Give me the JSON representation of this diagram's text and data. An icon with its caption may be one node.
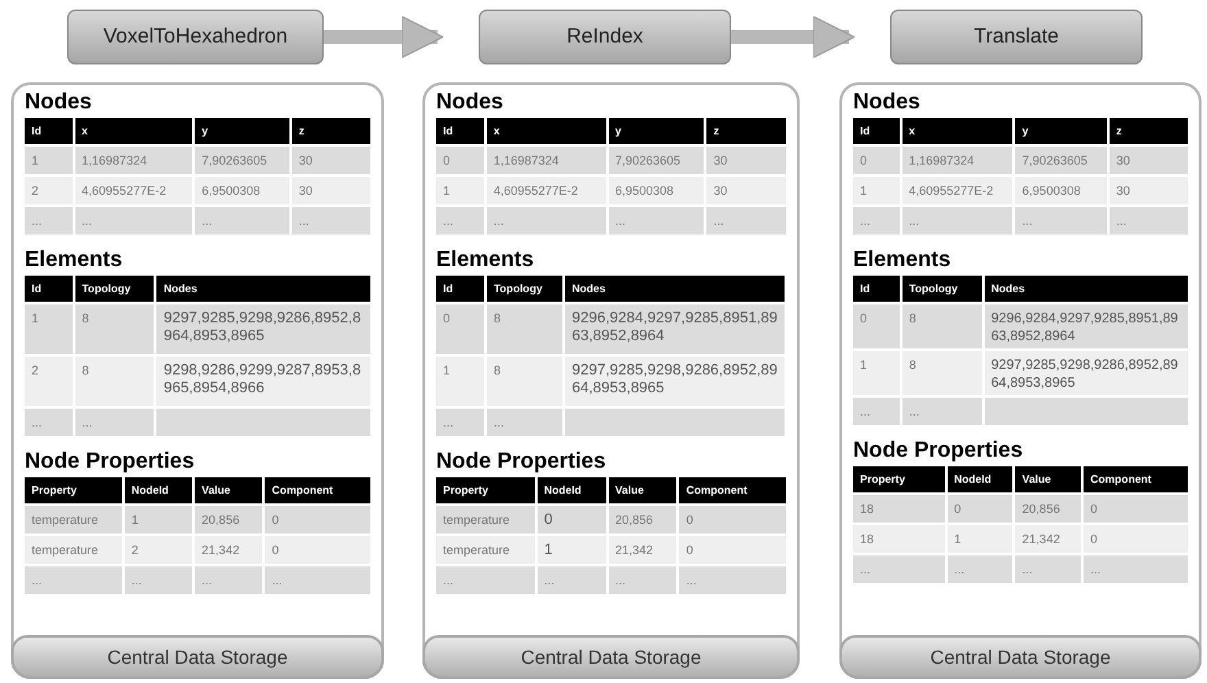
{
  "diagram": {
    "nodes": [
      {
        "text": [
          "VoxelToHexahedron"
        ]
      },
      {
        "text": [
          "ReIndex"
        ]
      },
      {
        "text": [
          "Translate"
        ]
      },
      {
        "text": [
          "Central Data Storage"
        ]
      },
      {
        "text": [
          "Nodes",
          "Id",
          "x",
          "y",
          "z",
          "1",
          "1,16987324",
          "7,90263605",
          "30",
          "2",
          "4,60955277E-2",
          "6,9500308",
          "30",
          "...",
          "...",
          "...",
          "..."
        ],
        "in": 3
      },
      {
        "text": [
          "Elements",
          "Id",
          "Topology",
          "Nodes",
          "1",
          "8",
          "9297,9285,9298,9286,8952,8964,8953,8965",
          "2",
          "8",
          "9298,9286,9299,9287,8953,8965,8954,8966",
          "...",
          "..."
        ],
        "in": 3
      },
      {
        "text": [
          "Node Properties",
          "Property",
          "NodeId",
          "Value",
          "Component",
          "temperature",
          "1",
          "20,856",
          "0",
          "temperature",
          "2",
          "21,342",
          "0",
          "...",
          "...",
          "...",
          "..."
        ],
        "in": 3
      },
      {
        "text": [
          "Central Data Storage"
        ]
      },
      {
        "text": [
          "Nodes",
          "Id",
          "x",
          "y",
          "z",
          "0",
          "1,16987324",
          "7,90263605",
          "30",
          "1",
          "4,60955277E-2",
          "6,9500308",
          "30",
          "...",
          "...",
          "...",
          "..."
        ],
        "in": 7
      },
      {
        "text": [
          "Elements",
          "Id",
          "Topology",
          "Nodes",
          "0",
          "8",
          "9296,9284,9297,9285,8951,8963,8952,8964",
          "1",
          "8",
          "9297,9285,9298,9286,8952,8964,8953,8965",
          "...",
          "..."
        ],
        "in": 7
      },
      {
        "text": [
          "Node Properties",
          "Property",
          "NodeId",
          "Value",
          "Component",
          "temperature",
          "0",
          "20,856",
          "0",
          "temperature",
          "1",
          "21,342",
          "0",
          "...",
          "...",
          "...",
          "..."
        ],
        "in": 7
      },
      {
        "text": [
          "Central Data Storage"
        ]
      },
      {
        "text": [
          "Nodes",
          "Id",
          "x",
          "y",
          "z",
          "0",
          "1,16987324",
          "7,90263605",
          "30",
          "1",
          "4,60955277E-2",
          "6,9500308",
          "30",
          "...",
          "...",
          "...",
          "..."
        ],
        "in": 11
      },
      {
        "text": [
          "Elements",
          "Id",
          "Topology",
          "Nodes",
          "0",
          "8",
          "9296,9284,9297,9285,8951,8963,8952,8964",
          "1",
          "8",
          "9297,9285,9298,9286,8952,8964,8953,8965",
          "...",
          "..."
        ],
        "in": 11
      },
      {
        "text": [
          "Node Properties",
          "Property",
          "NodeId",
          "Value",
          "Component",
          "18",
          "0",
          "20,856",
          "0",
          "18",
          "1",
          "21,342",
          "0",
          "...",
          "...",
          "...",
          "..."
        ],
        "in": 11
      }
    ],
    "edges": [
      {
        "from": 0,
        "to": 1,
        "arrow": "to"
      },
      {
        "from": 1,
        "to": 2,
        "arrow": "to"
      }
    ]
  }
}
